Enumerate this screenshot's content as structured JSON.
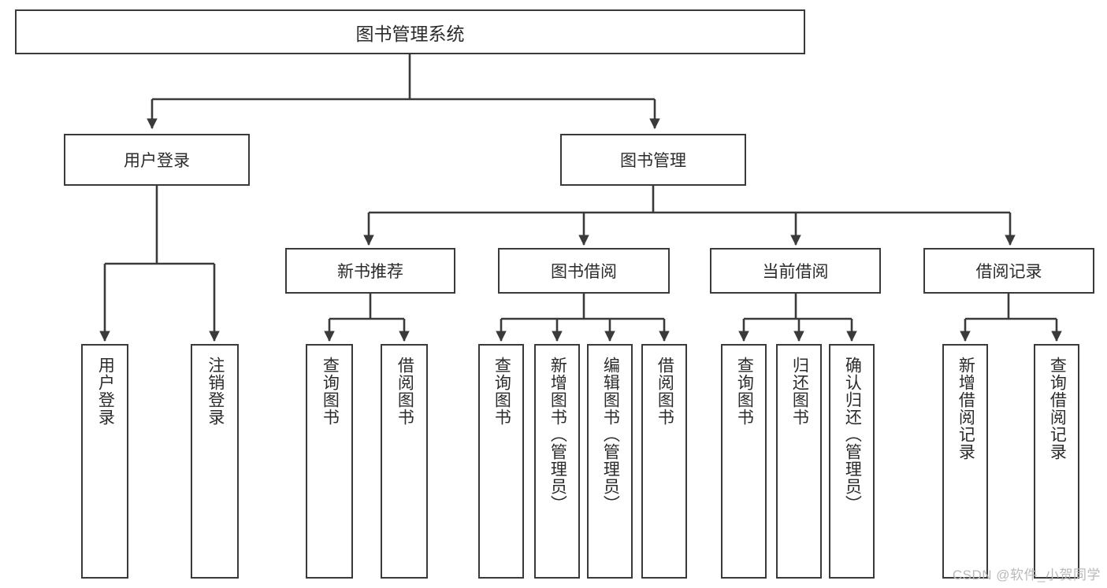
{
  "diagram": {
    "title": "图书管理系统",
    "type": "hierarchy-tree",
    "watermark": "CSDN @软件_小贺同学",
    "colors": {
      "stroke": "#3a3a3a",
      "box_fill": "#ffffff",
      "text": "#2b2b2b",
      "background": "#ffffff",
      "watermark": "#b9b9b9"
    },
    "nodes": {
      "root": {
        "label": "图书管理系统"
      },
      "level2": [
        {
          "id": "user-login",
          "label": "用户登录"
        },
        {
          "id": "book-management",
          "label": "图书管理"
        }
      ],
      "level3": [
        {
          "id": "new-book-recommend",
          "label": "新书推荐"
        },
        {
          "id": "book-borrow",
          "label": "图书借阅"
        },
        {
          "id": "current-borrow",
          "label": "当前借阅"
        },
        {
          "id": "borrow-record",
          "label": "借阅记录"
        }
      ],
      "leaves": {
        "user_login": [
          {
            "id": "leaf-user-login",
            "label": "用户登录"
          },
          {
            "id": "leaf-logout-login",
            "label": "注销登录"
          }
        ],
        "new_book_recommend": [
          {
            "id": "leaf-query-book-1",
            "label": "查询图书"
          },
          {
            "id": "leaf-borrow-book-1",
            "label": "借阅图书"
          }
        ],
        "book_borrow": [
          {
            "id": "leaf-query-book-2",
            "label": "查询图书"
          },
          {
            "id": "leaf-add-book",
            "label": "新增图书（管理员）"
          },
          {
            "id": "leaf-edit-book",
            "label": "编辑图书（管理员）"
          },
          {
            "id": "leaf-borrow-book-2",
            "label": "借阅图书"
          }
        ],
        "current_borrow": [
          {
            "id": "leaf-query-book-3",
            "label": "查询图书"
          },
          {
            "id": "leaf-return-book",
            "label": "归还图书"
          },
          {
            "id": "leaf-confirm-return",
            "label": "确认归还（管理员）"
          }
        ],
        "borrow_record": [
          {
            "id": "leaf-add-record",
            "label": "新增借阅记录"
          },
          {
            "id": "leaf-query-record",
            "label": "查询借阅记录"
          }
        ]
      }
    }
  }
}
